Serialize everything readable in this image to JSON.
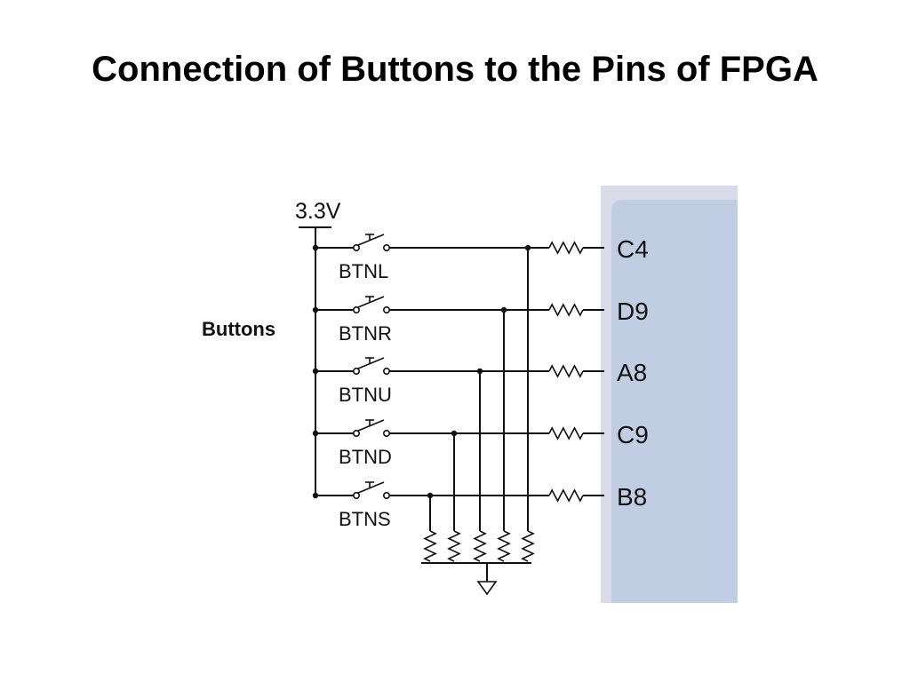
{
  "title": "Connection of Buttons to the Pins of FPGA",
  "supply_label": "3.3V",
  "group_label": "Buttons",
  "buttons": [
    {
      "name": "BTNL",
      "pin": "C4"
    },
    {
      "name": "BTNR",
      "pin": "D9"
    },
    {
      "name": "BTNU",
      "pin": "A8"
    },
    {
      "name": "BTND",
      "pin": "C9"
    },
    {
      "name": "BTNS",
      "pin": "B8"
    }
  ],
  "colors": {
    "fpga_outer": "#d9dbe9",
    "fpga_inner": "#c0cde2",
    "wire": "#111111"
  },
  "icons": {
    "switch": "push-button-switch-icon",
    "resistor": "resistor-icon",
    "ground": "ground-icon"
  }
}
